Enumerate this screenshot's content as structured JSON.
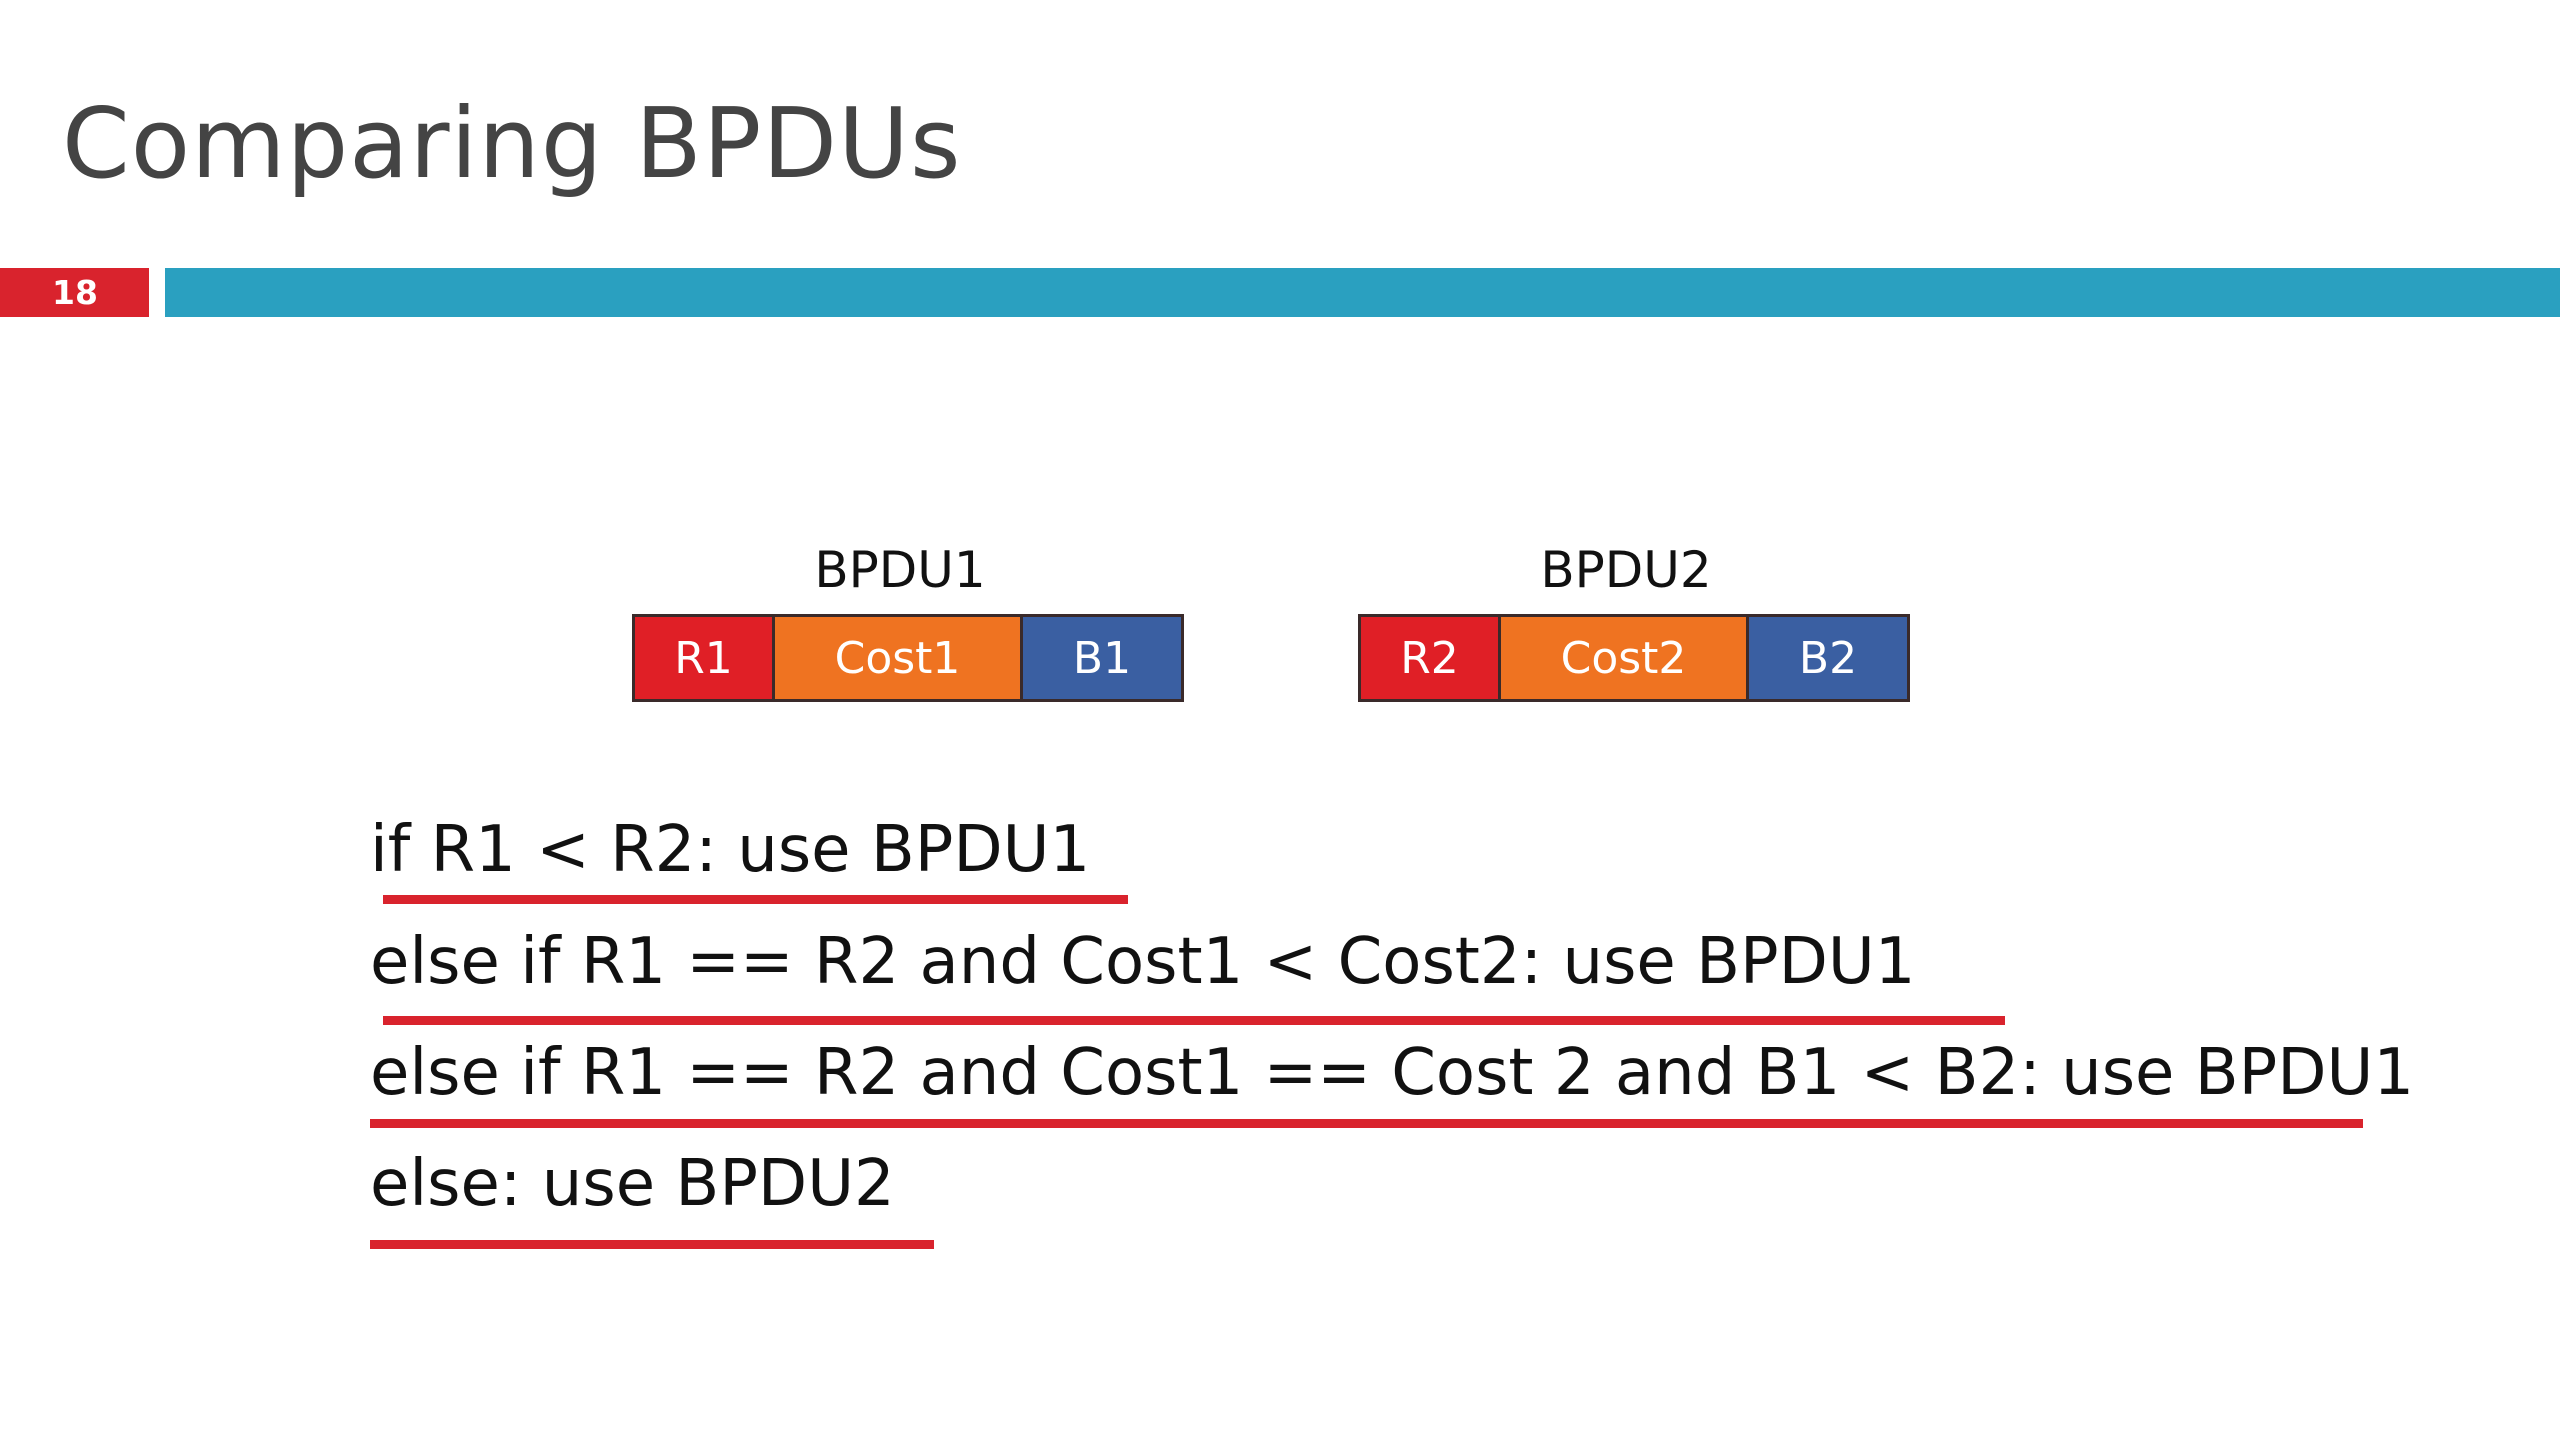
{
  "title": "Comparing BPDUs",
  "slide_number": "18",
  "colors": {
    "title_text": "#444444",
    "number_box": "#d9232d",
    "title_bar": "#2aa0c0",
    "root_field": "#e01f26",
    "cost_field": "#ef7321",
    "bridge_field": "#3a5fa2",
    "underline": "#d9232d"
  },
  "bpdus": [
    {
      "label": "BPDU1",
      "fields": {
        "root": "R1",
        "cost": "Cost1",
        "bridge": "B1"
      }
    },
    {
      "label": "BPDU2",
      "fields": {
        "root": "R2",
        "cost": "Cost2",
        "bridge": "B2"
      }
    }
  ],
  "rules": [
    "if R1 < R2: use BPDU1",
    "else if R1 == R2 and Cost1 < Cost2: use BPDU1",
    "else if R1 == R2 and Cost1 == Cost 2 and B1 < B2: use BPDU1",
    "else: use BPDU2"
  ]
}
